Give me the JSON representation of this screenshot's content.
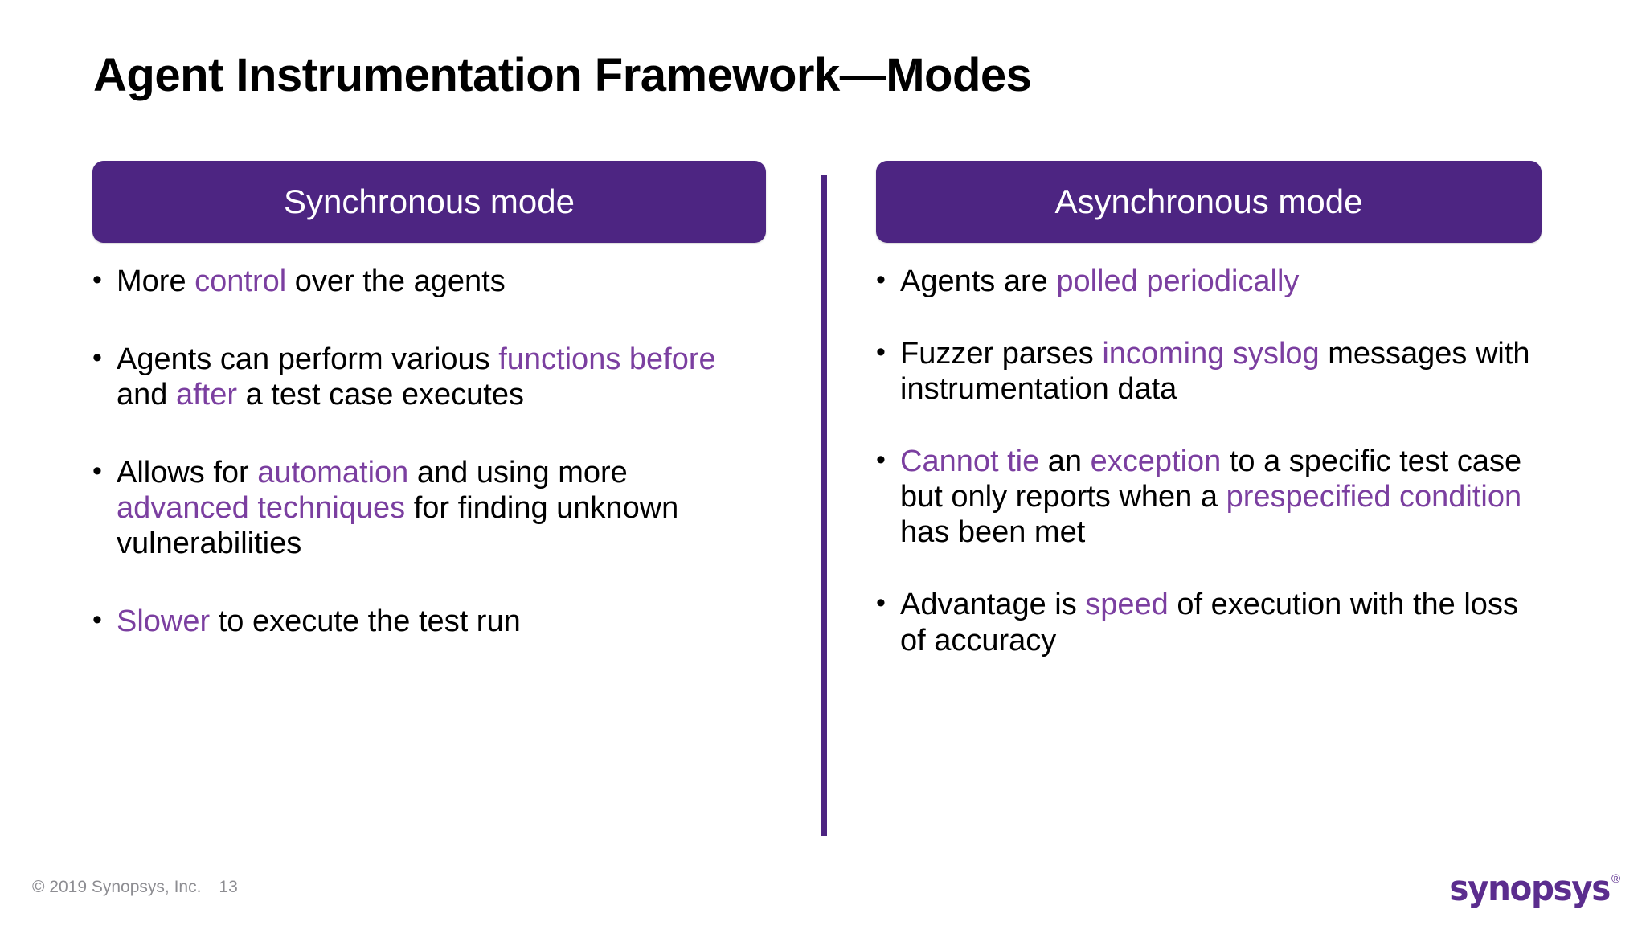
{
  "slide": {
    "title": "Agent Instrumentation Framework—Modes",
    "accent_color": "#4D2582",
    "highlight_color": "#7B3FA0",
    "background_color": "#FFFFFF"
  },
  "columns": [
    {
      "header": "Synchronous mode",
      "bullets": [
        [
          {
            "text": "More ",
            "highlight": false
          },
          {
            "text": "control",
            "highlight": true
          },
          {
            "text": " over the agents",
            "highlight": false
          }
        ],
        [
          {
            "text": "Agents can perform various ",
            "highlight": false
          },
          {
            "text": "functions before",
            "highlight": true
          },
          {
            "text": " and ",
            "highlight": false
          },
          {
            "text": "after",
            "highlight": true
          },
          {
            "text": " a test case executes",
            "highlight": false
          }
        ],
        [
          {
            "text": "Allows for ",
            "highlight": false
          },
          {
            "text": "automation",
            "highlight": true
          },
          {
            "text": " and using more ",
            "highlight": false
          },
          {
            "text": "advanced techniques",
            "highlight": true
          },
          {
            "text": " for finding unknown vulnerabilities",
            "highlight": false
          }
        ],
        [
          {
            "text": "Slower",
            "highlight": true
          },
          {
            "text": " to execute the test run",
            "highlight": false
          }
        ]
      ]
    },
    {
      "header": "Asynchronous mode",
      "bullets": [
        [
          {
            "text": "Agents are ",
            "highlight": false
          },
          {
            "text": "polled periodically",
            "highlight": true
          }
        ],
        [
          {
            "text": "Fuzzer parses ",
            "highlight": false
          },
          {
            "text": "incoming syslog",
            "highlight": true
          },
          {
            "text": " messages with instrumentation data",
            "highlight": false
          }
        ],
        [
          {
            "text": "Cannot tie",
            "highlight": true
          },
          {
            "text": " an ",
            "highlight": false
          },
          {
            "text": "exception",
            "highlight": true
          },
          {
            "text": " to a specific test case but only reports when a ",
            "highlight": false
          },
          {
            "text": "prespecified condition",
            "highlight": true
          },
          {
            "text": " has been met",
            "highlight": false
          }
        ],
        [
          {
            "text": "Advantage is ",
            "highlight": false
          },
          {
            "text": "speed",
            "highlight": true
          },
          {
            "text": " of execution with the loss of accuracy",
            "highlight": false
          }
        ]
      ]
    }
  ],
  "footer": {
    "copyright": "© 2019 Synopsys, Inc.",
    "page_number": "13",
    "logo_text": "synopsys",
    "logo_trademark": "®"
  }
}
